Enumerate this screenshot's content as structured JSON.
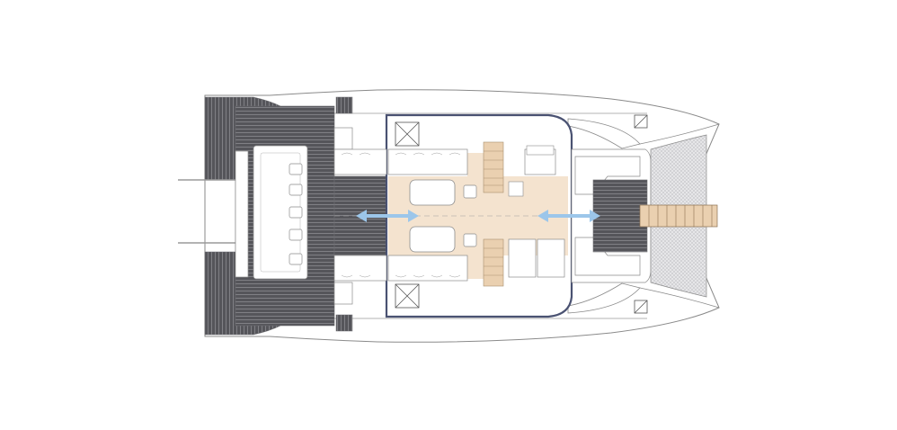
{
  "diagram": {
    "subject": "catamaran-deck-plan",
    "colors": {
      "outline": "#8a8a8a",
      "hull": "#ffffff",
      "teak": "#54545a",
      "teak_light": "#7b7b80",
      "salon_border": "#4a5272",
      "salon_floor": "#f4e3cf",
      "wood": "#ead0b0",
      "arrow": "#9cc6ea",
      "net": "#e8e8ea"
    },
    "arrows": [
      {
        "name": "aft-opening-arrow",
        "direction": "both"
      },
      {
        "name": "fwd-opening-arrow",
        "direction": "both"
      }
    ]
  }
}
